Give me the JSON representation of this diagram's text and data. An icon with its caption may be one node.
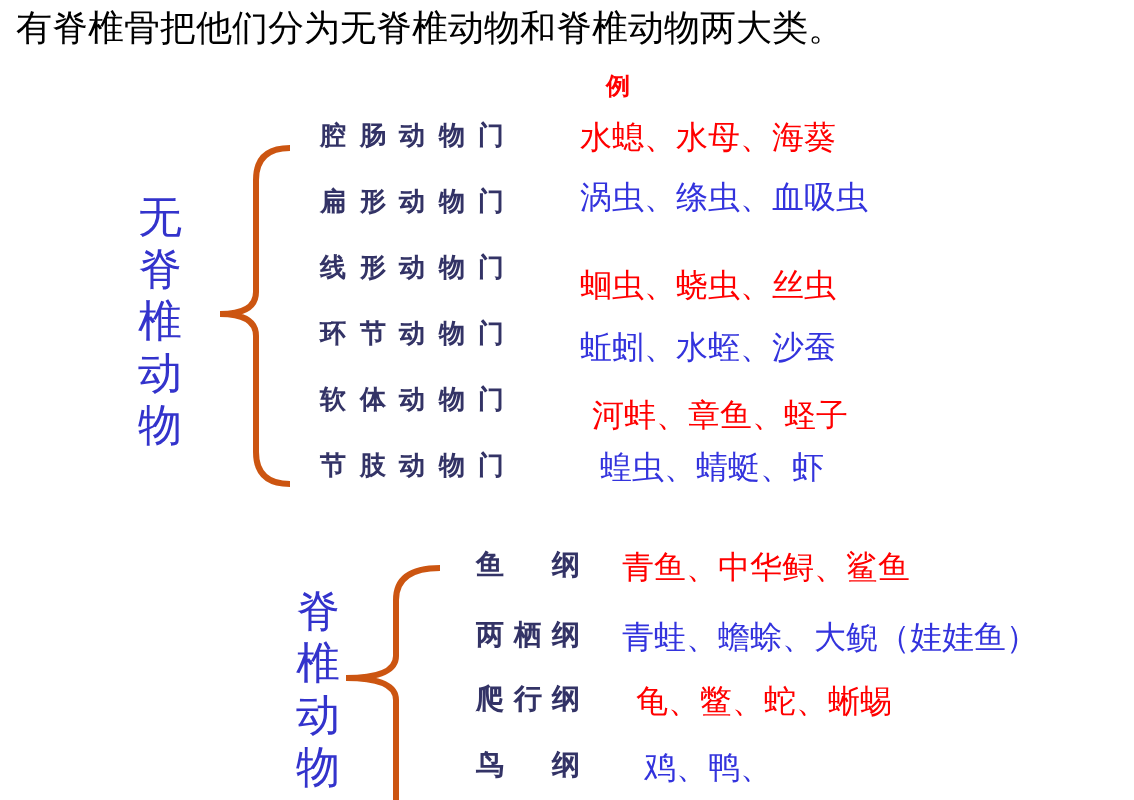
{
  "diagram": {
    "title": "有脊椎骨把他们分为无脊椎动物和脊椎动物两大类。",
    "labels": [
      "例",
      "无脊椎动物",
      "腔肠动物门",
      "水螅、水母、海葵",
      "扁形动物门",
      "涡虫、绦虫、血吸虫",
      "线形动物门",
      "蛔虫、蛲虫、丝虫",
      "环节动物门",
      "蚯蚓、水蛭、沙蚕",
      "软体动物门",
      "河蚌、章鱼、蛏子",
      "节肢动物门",
      "蝗虫、蜻蜓、虾",
      "脊椎动物",
      "鱼 纲",
      "青鱼、中华鲟、鲨鱼",
      "两栖纲",
      "青蛙、蟾蜍、大鲵（娃娃鱼）",
      "爬行纲",
      "龟、鳖、蛇、蜥蜴",
      "鸟 纲",
      "鸡、鸭、"
    ]
  }
}
